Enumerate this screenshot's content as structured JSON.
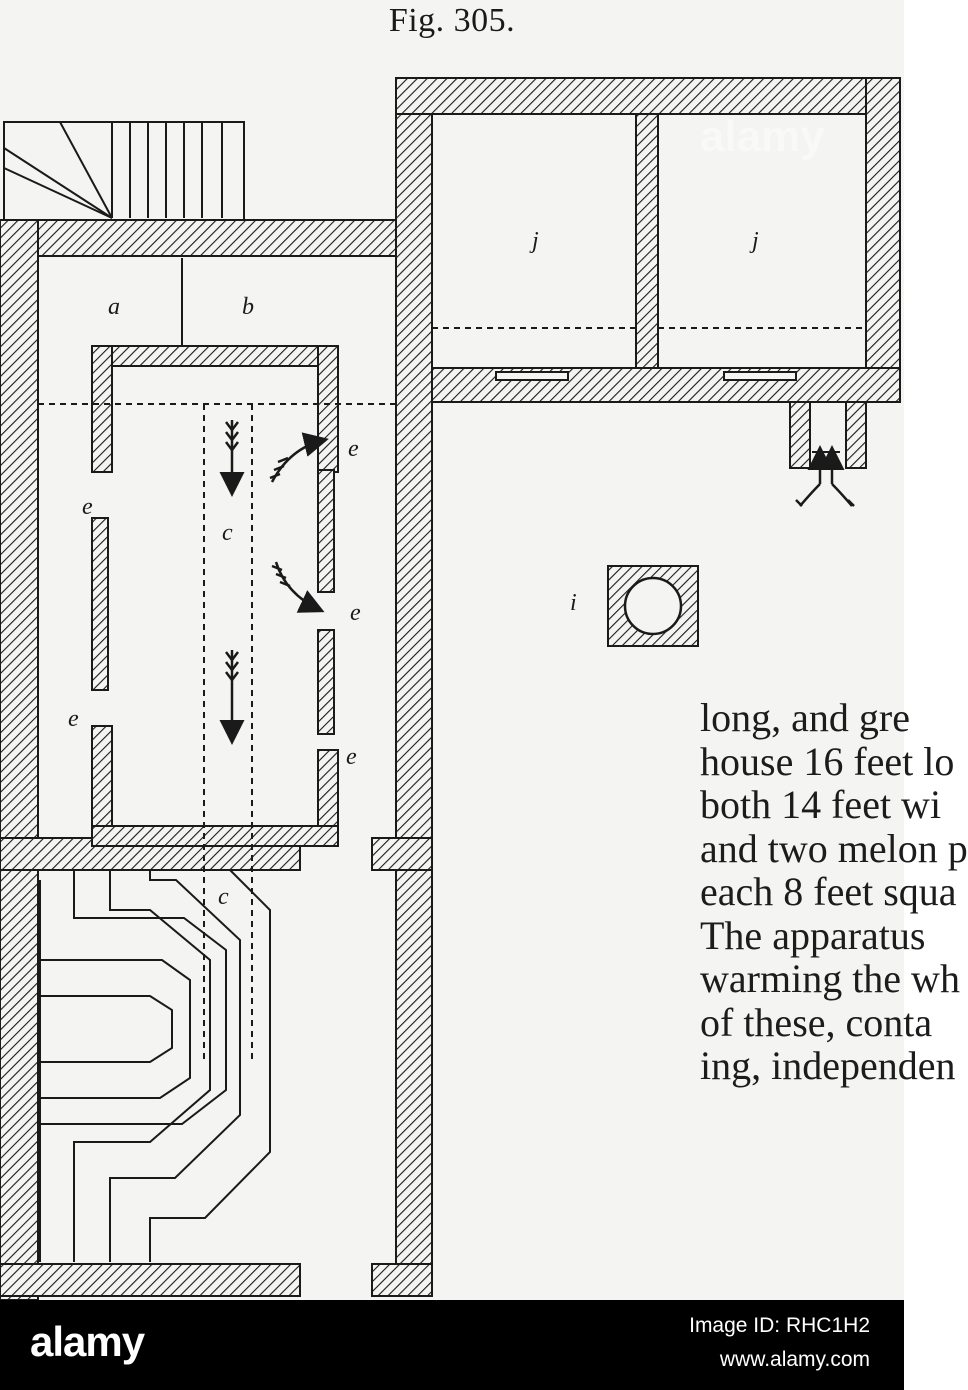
{
  "figure": {
    "title": "Fig. 305."
  },
  "labels": {
    "a": "a",
    "b": "b",
    "c": "c",
    "e": "e",
    "i": "i",
    "j": "j"
  },
  "body_text": [
    "long,  and  gre",
    "house 16 feet lo",
    "both 14 feet wi",
    "and two melon p",
    "each 8 feet squa",
    "The apparatus",
    "warming the wh",
    "of  these,  conta",
    "ing, independen"
  ],
  "watermark": {
    "logo": "alamy",
    "image_id": "Image ID: RHC1H2",
    "url": "www.alamy.com",
    "overlay": "alamy"
  }
}
